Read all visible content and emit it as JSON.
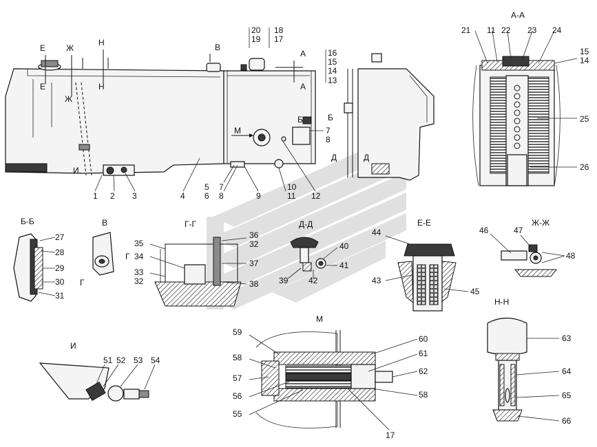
{
  "callouts": {
    "main": [
      "1",
      "2",
      "3",
      "4",
      "5",
      "6",
      "7",
      "8",
      "9",
      "10",
      "11",
      "12",
      "13",
      "14",
      "15",
      "16",
      "17",
      "18",
      "19",
      "20",
      "7",
      "8"
    ],
    "section_aa": [
      "21",
      "11",
      "22",
      "23",
      "24",
      "15",
      "14",
      "25",
      "26"
    ],
    "section_bb": [
      "27",
      "28",
      "29",
      "30",
      "31"
    ],
    "section_gg": [
      "35",
      "34",
      "33",
      "32",
      "36",
      "32",
      "37",
      "38"
    ],
    "section_dd": [
      "40",
      "41",
      "39",
      "42"
    ],
    "section_ee": [
      "44",
      "43",
      "45"
    ],
    "section_zhzh": [
      "46",
      "47",
      "48"
    ],
    "section_i": [
      "51",
      "52",
      "53",
      "54"
    ],
    "section_m": [
      "59",
      "58",
      "57",
      "56",
      "55",
      "60",
      "61",
      "62",
      "58",
      "17"
    ],
    "section_nn": [
      "63",
      "64",
      "65",
      "66"
    ]
  },
  "section_titles": {
    "aa": "А-А",
    "bb": "Б-Б",
    "v": "В",
    "gg": "Г-Г",
    "dd": "Д-Д",
    "ee": "Е-Е",
    "zhzh": "Ж-Ж",
    "m": "М",
    "nn": "Н-Н",
    "i": "И"
  },
  "cut_marks": {
    "e": "Е",
    "zh": "Ж",
    "n": "Н",
    "v": "В",
    "a": "А",
    "b": "Б",
    "d": "Д",
    "m": "М",
    "i": "И",
    "g": "Г"
  }
}
